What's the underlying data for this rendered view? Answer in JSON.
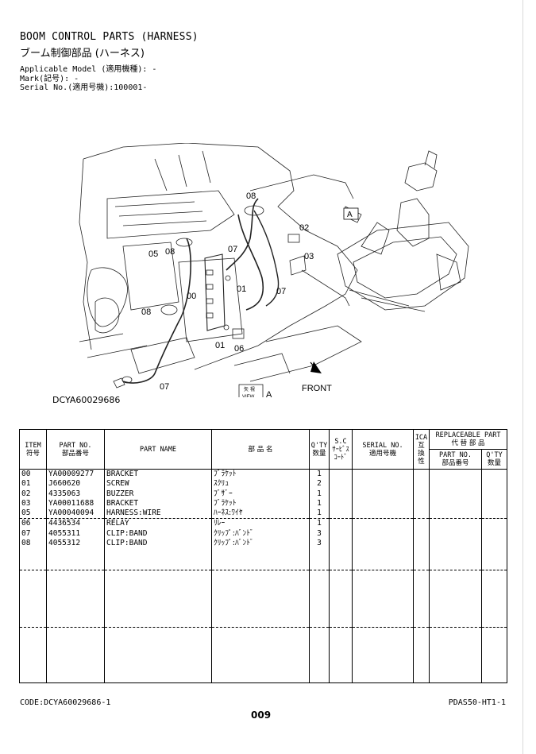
{
  "header": {
    "title_en": "BOOM CONTROL PARTS (HARNESS)",
    "title_jp": "ブーム制御部品 (ハーネス)",
    "model_line": "Applicable Model (適用機種): -",
    "mark_line": "Mark(記号): -",
    "serial_line": "Serial No.(適用号機):100001-"
  },
  "diagram": {
    "code": "DCYA60029686",
    "front_label": "FRONT",
    "view_label_jp": "矢 視",
    "view_label_en": "VIEW",
    "view_letter": "A",
    "detail_letter": "A",
    "callouts": [
      "08",
      "02",
      "03",
      "07",
      "05",
      "08",
      "01",
      "07",
      "00",
      "08",
      "01",
      "06",
      "07"
    ]
  },
  "table": {
    "headers": {
      "item_en": "ITEM",
      "item_jp": "符号",
      "partno_en": "PART NO.",
      "partno_jp": "部品番号",
      "partname_en": "PART NAME",
      "partname_jp": "部 品 名",
      "qty_en": "Q'TY",
      "qty_jp": "数量",
      "sc_1": "S.C",
      "sc_2": "ｻｰﾋﾞｽ",
      "sc_3": "ｺｰﾄﾞ",
      "serial_en": "SERIAL NO.",
      "serial_jp": "適用号機",
      "ica_1": "ICA",
      "ica_2": "互",
      "ica_3": "換",
      "ica_4": "性",
      "repl_en": "REPLACEABLE PART",
      "repl_jp": "代 替 部 品",
      "repl_partno_en": "PART NO.",
      "repl_partno_jp": "部品番号",
      "repl_qty_en": "Q'TY",
      "repl_qty_jp": "数量"
    },
    "rows": [
      {
        "item": "00",
        "partno": "YA00009277",
        "name": "BRACKET",
        "jp": "ﾌﾞﾗｹｯﾄ",
        "qty": "1"
      },
      {
        "item": "01",
        "partno": "J660620",
        "name": "SCREW",
        "jp": "ｽｸﾘｭ",
        "qty": "2"
      },
      {
        "item": "02",
        "partno": "4335063",
        "name": "BUZZER",
        "jp": "ﾌﾞｻﾞｰ",
        "qty": "1"
      },
      {
        "item": "03",
        "partno": "YA00011688",
        "name": "BRACKET",
        "jp": "ﾌﾞﾗｹｯﾄ",
        "qty": "1"
      },
      {
        "item": "05",
        "partno": "YA00040094",
        "name": "HARNESS:WIRE",
        "jp": "ﾊｰﾈｽ:ﾜｲﾔ",
        "qty": "1"
      },
      {
        "item": "06",
        "partno": "4436534",
        "name": "RELAY",
        "jp": "ﾘﾚｰ",
        "qty": "1"
      },
      {
        "item": "07",
        "partno": "4055311",
        "name": "CLIP:BAND",
        "jp": "ｸﾘｯﾌﾟ:ﾊﾞﾝﾄﾞ",
        "qty": "3"
      },
      {
        "item": "08",
        "partno": "4055312",
        "name": "CLIP:BAND",
        "jp": "ｸﾘｯﾌﾟ:ﾊﾞﾝﾄﾞ",
        "qty": "3"
      }
    ]
  },
  "footer": {
    "code": "CODE:DCYA60029686-1",
    "ref": "PDAS50-HT1-1",
    "page": "009"
  }
}
